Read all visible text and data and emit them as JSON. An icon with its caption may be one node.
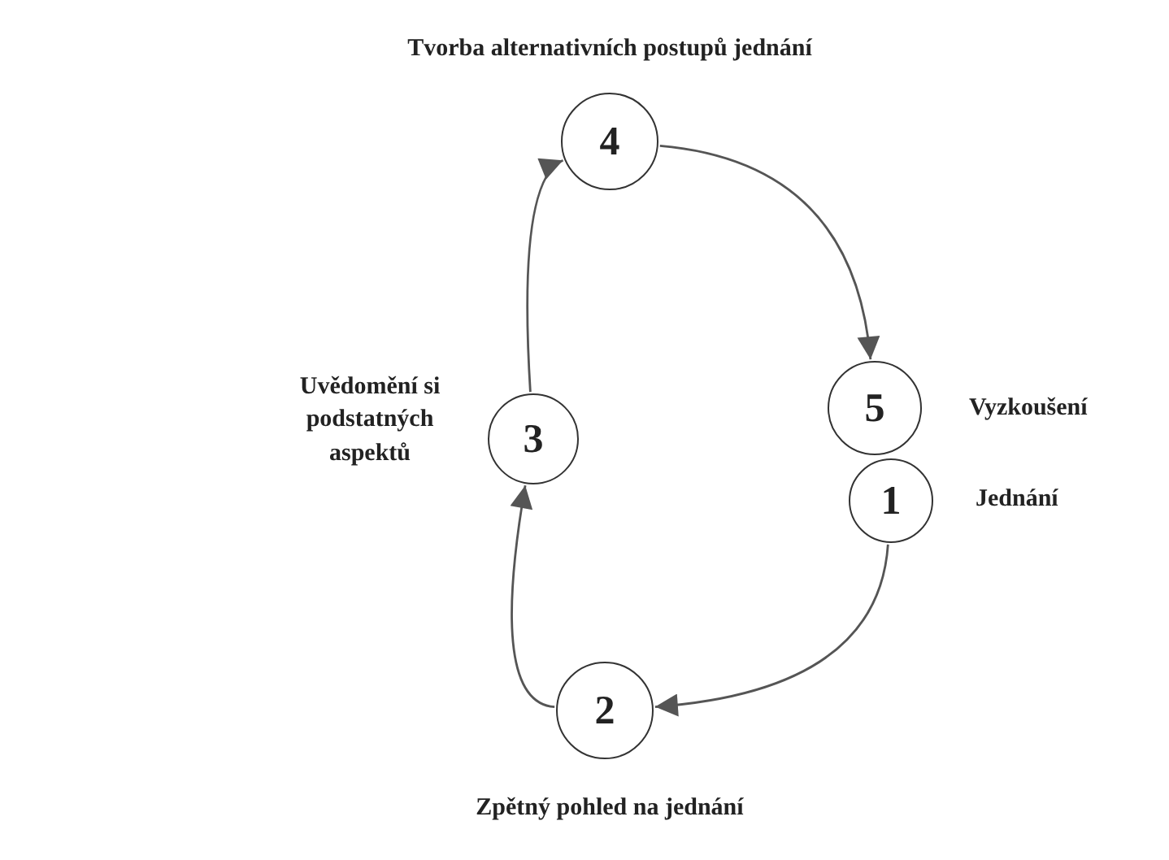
{
  "diagram": {
    "nodes": [
      {
        "text": [
          "4"
        ],
        "beside": [
          "Tvorba alternativních postupů jednání"
        ]
      },
      {
        "text": [
          "5"
        ],
        "beside": [
          "Vyzkoušení"
        ]
      },
      {
        "text": [
          "1"
        ],
        "beside": [
          "Jednání"
        ]
      },
      {
        "text": [
          "3"
        ],
        "beside": [
          "Uvědomění si podstatných aspektů"
        ]
      },
      {
        "text": [
          "2"
        ],
        "beside": [
          "Zpětný pohled na jednání"
        ]
      }
    ],
    "edges": [
      {
        "from": 3,
        "to": 0,
        "arrow": "to"
      },
      {
        "from": 0,
        "to": 1,
        "arrow": "to"
      },
      {
        "from": 2,
        "to": 4,
        "arrow": "to"
      },
      {
        "from": 4,
        "to": 3,
        "arrow": "to"
      }
    ]
  }
}
